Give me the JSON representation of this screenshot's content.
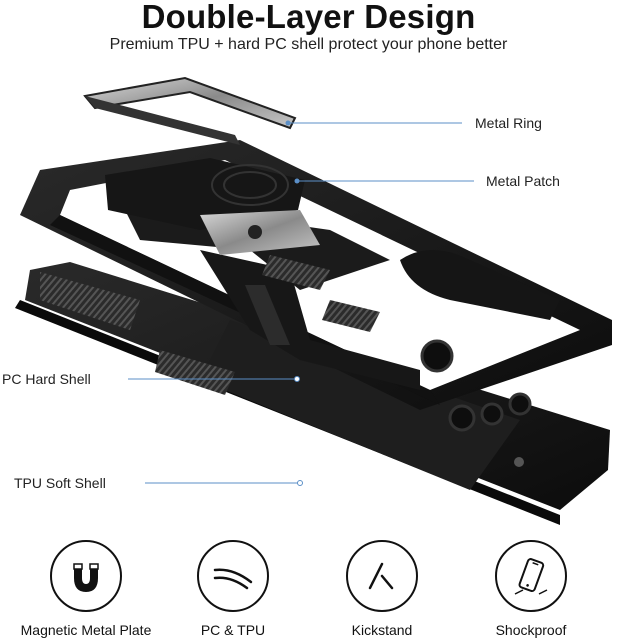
{
  "header": {
    "title": "Double-Layer Design",
    "subtitle": "Premium TPU + hard PC shell protect your phone better"
  },
  "callouts": [
    {
      "label": "Metal Ring"
    },
    {
      "label": "Metal Patch"
    },
    {
      "label": "PC Hard Shell"
    },
    {
      "label": "TPU Soft Shell"
    }
  ],
  "features": [
    {
      "label": "Magnetic Metal Plate",
      "icon": "magnet-icon"
    },
    {
      "label": "PC & TPU",
      "icon": "layers-curve-icon"
    },
    {
      "label": "Kickstand",
      "icon": "kickstand-icon"
    },
    {
      "label": "Shockproof",
      "icon": "shockproof-phone-icon"
    }
  ],
  "colors": {
    "accent_line": "#5b8fc7",
    "case_dark": "#1a1a1a",
    "text": "#111111"
  }
}
